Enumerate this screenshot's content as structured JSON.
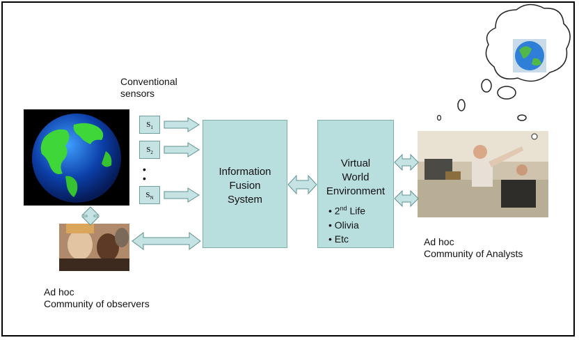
{
  "labels": {
    "conventional_sensors_line1": "Conventional",
    "conventional_sensors_line2": "sensors",
    "observers_line1": "Ad hoc",
    "observers_line2": "Community of observers",
    "analysts_line1": "Ad hoc",
    "analysts_line2": "Community of Analysts"
  },
  "sensors": [
    {
      "base": "S",
      "sub": "1"
    },
    {
      "base": "S",
      "sub": "2"
    },
    {
      "base": "S",
      "sub": "N"
    }
  ],
  "fusion_box": {
    "line1": "Information",
    "line2": "Fusion",
    "line3": "System"
  },
  "virtual_world": {
    "line1": "Virtual",
    "line2": "World",
    "line3": "Environment",
    "bullets": [
      {
        "base": "2",
        "sup": "nd",
        "rest": " Life"
      },
      {
        "base": "Olivia",
        "sup": "",
        "rest": ""
      },
      {
        "base": "Etc",
        "sup": "",
        "rest": ""
      }
    ]
  },
  "colors": {
    "box_fill": "#b9dede",
    "arrow_fill": "#c5e3e3",
    "arrow_stroke": "#5f9090"
  }
}
